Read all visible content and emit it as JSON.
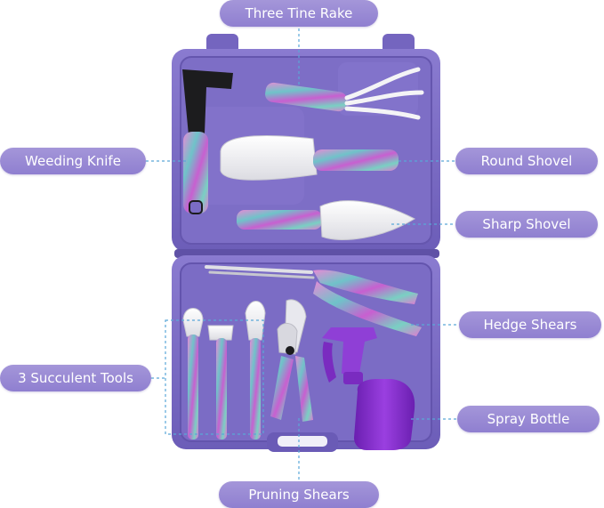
{
  "labels": {
    "three_tine_rake": "Three Tine Rake",
    "weeding_knife": "Weeding Knife",
    "round_shovel": "Round Shovel",
    "sharp_shovel": "Sharp Shovel",
    "hedge_shears": "Hedge Shears",
    "succulent_tools": "3 Succulent Tools",
    "spray_bottle": "Spray Bottle",
    "pruning_shears": "Pruning Shears"
  },
  "colors": {
    "case": "#7c6cc4",
    "case_dark": "#5f51a6",
    "case_light": "#9788d6",
    "label_bg": "#9787d4",
    "leader": "#5aa8d8",
    "blade": "#f2f2f4",
    "bottle": "#8a2fc9",
    "handle_floral": "#c86fd0"
  }
}
